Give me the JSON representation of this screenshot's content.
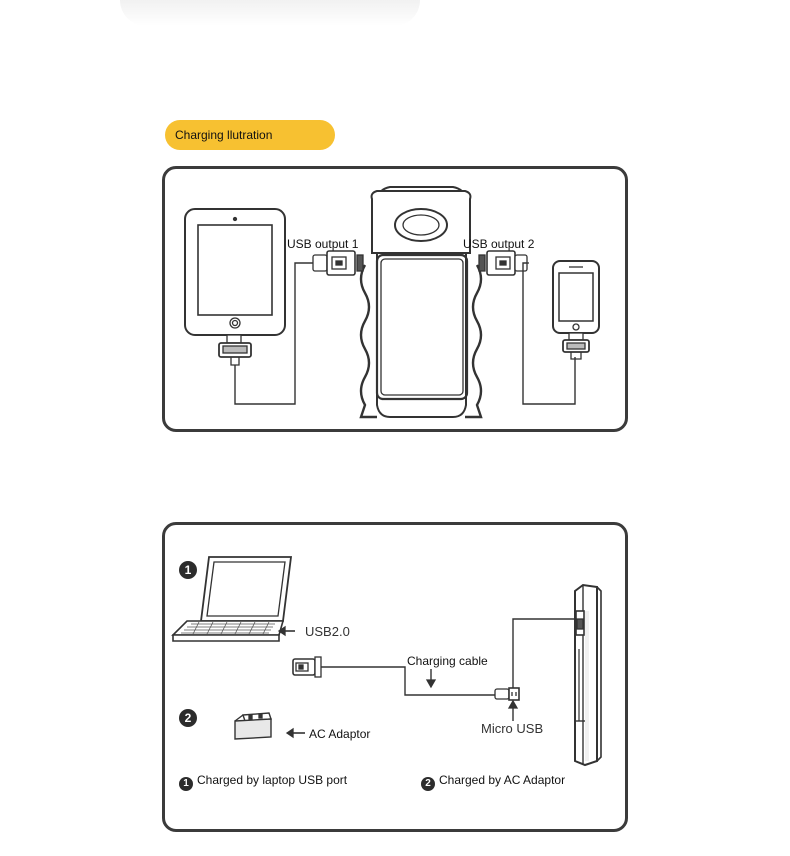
{
  "header": {
    "tag_label": "Charging llutration"
  },
  "panel1": {
    "usb_output_1": "USB output 1",
    "usb_output_2": "USB output  2"
  },
  "panel2": {
    "step1_marker": "1",
    "step2_marker": "2",
    "usb_label": "USB2.0",
    "charging_cable_label": "Charging cable",
    "micro_usb_label": "Micro USB",
    "ac_adaptor_label": "AC Adaptor",
    "caption1_marker": "1",
    "caption1_text": "Charged by laptop USB port",
    "caption2_marker": "2",
    "caption2_text": "Charged by AC Adaptor"
  },
  "icons": [
    "tablet-icon",
    "power-bank-icon",
    "phone-icon",
    "laptop-icon",
    "ac-adaptor-icon",
    "usb-plug-icon",
    "micro-usb-plug-icon",
    "arrow-icon"
  ]
}
